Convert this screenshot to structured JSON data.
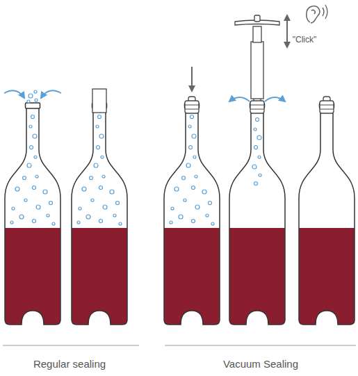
{
  "diagram": {
    "labels": [
      "\"Click\"",
      "Regular sealing",
      "Vacuum Sealing"
    ]
  }
}
